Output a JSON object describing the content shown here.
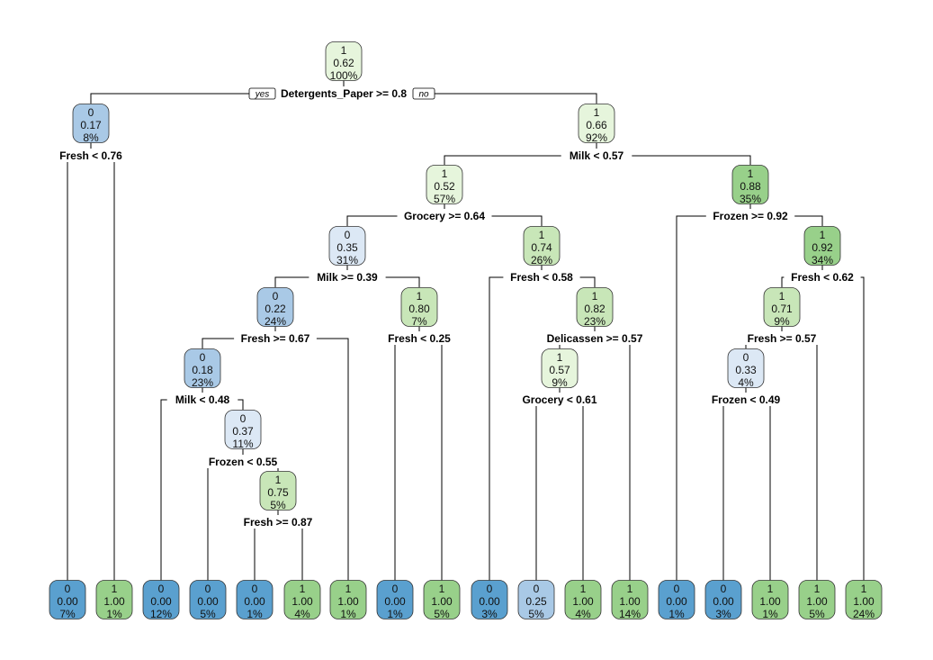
{
  "colors": {
    "c0_strong": "#5AA0CF",
    "c0_mid": "#A9C9E6",
    "c0_light": "#DCE8F5",
    "c1_light": "#E6F5DC",
    "c1_mid": "#C8E6B8",
    "c1_strong": "#98D08A"
  },
  "branch_labels": {
    "yes": "yes",
    "no": "no"
  },
  "nodes": {
    "root": {
      "class": "1",
      "prob": "0.62",
      "pct": "100%",
      "split": "Detergents_Paper >= 0.8"
    },
    "n2": {
      "class": "0",
      "prob": "0.17",
      "pct": "8%",
      "split": "Fresh < 0.76"
    },
    "n3": {
      "class": "1",
      "prob": "0.66",
      "pct": "92%",
      "split": "Milk < 0.57"
    },
    "n6": {
      "class": "1",
      "prob": "0.52",
      "pct": "57%",
      "split": "Grocery >= 0.64"
    },
    "n7": {
      "class": "1",
      "prob": "0.88",
      "pct": "35%",
      "split": "Frozen >= 0.92"
    },
    "n12": {
      "class": "0",
      "prob": "0.35",
      "pct": "31%",
      "split": "Milk >= 0.39"
    },
    "n13": {
      "class": "1",
      "prob": "0.74",
      "pct": "26%",
      "split": "Fresh < 0.58"
    },
    "n15": {
      "class": "1",
      "prob": "0.92",
      "pct": "34%",
      "split": "Fresh < 0.62"
    },
    "n24": {
      "class": "0",
      "prob": "0.22",
      "pct": "24%",
      "split": "Fresh >= 0.67"
    },
    "n25": {
      "class": "1",
      "prob": "0.80",
      "pct": "7%",
      "split": "Fresh < 0.25"
    },
    "n27": {
      "class": "1",
      "prob": "0.82",
      "pct": "23%",
      "split": "Delicassen >= 0.57"
    },
    "n30": {
      "class": "1",
      "prob": "0.71",
      "pct": "9%",
      "split": "Fresh >= 0.57"
    },
    "n48": {
      "class": "0",
      "prob": "0.18",
      "pct": "23%",
      "split": "Milk < 0.48"
    },
    "n54": {
      "class": "1",
      "prob": "0.57",
      "pct": "9%",
      "split": "Grocery < 0.61"
    },
    "n60": {
      "class": "0",
      "prob": "0.33",
      "pct": "4%",
      "split": "Frozen < 0.49"
    },
    "n97": {
      "class": "0",
      "prob": "0.37",
      "pct": "11%",
      "split": "Frozen < 0.55"
    },
    "n195": {
      "class": "1",
      "prob": "0.75",
      "pct": "5%",
      "split": "Fresh >= 0.87"
    }
  },
  "leaves": [
    {
      "class": "0",
      "prob": "0.00",
      "pct": "7%"
    },
    {
      "class": "1",
      "prob": "1.00",
      "pct": "1%"
    },
    {
      "class": "0",
      "prob": "0.00",
      "pct": "12%"
    },
    {
      "class": "0",
      "prob": "0.00",
      "pct": "5%"
    },
    {
      "class": "0",
      "prob": "0.00",
      "pct": "1%"
    },
    {
      "class": "1",
      "prob": "1.00",
      "pct": "4%"
    },
    {
      "class": "1",
      "prob": "1.00",
      "pct": "1%"
    },
    {
      "class": "0",
      "prob": "0.00",
      "pct": "1%"
    },
    {
      "class": "1",
      "prob": "1.00",
      "pct": "5%"
    },
    {
      "class": "0",
      "prob": "0.00",
      "pct": "3%"
    },
    {
      "class": "0",
      "prob": "0.25",
      "pct": "5%"
    },
    {
      "class": "1",
      "prob": "1.00",
      "pct": "4%"
    },
    {
      "class": "1",
      "prob": "1.00",
      "pct": "14%"
    },
    {
      "class": "0",
      "prob": "0.00",
      "pct": "1%"
    },
    {
      "class": "0",
      "prob": "0.00",
      "pct": "3%"
    },
    {
      "class": "1",
      "prob": "1.00",
      "pct": "1%"
    },
    {
      "class": "1",
      "prob": "1.00",
      "pct": "5%"
    },
    {
      "class": "1",
      "prob": "1.00",
      "pct": "24%"
    }
  ]
}
